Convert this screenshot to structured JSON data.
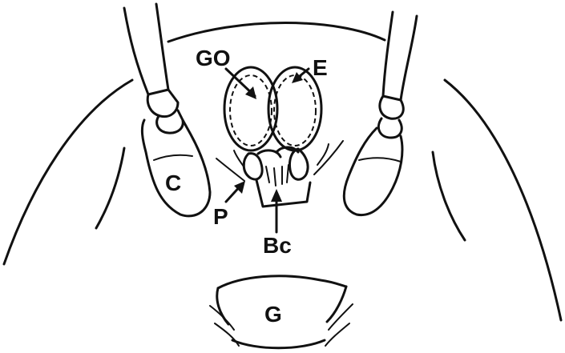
{
  "labels": {
    "go": "GO",
    "e": "E",
    "c": "C",
    "p": "P",
    "bc": "Bc",
    "g": "G"
  }
}
